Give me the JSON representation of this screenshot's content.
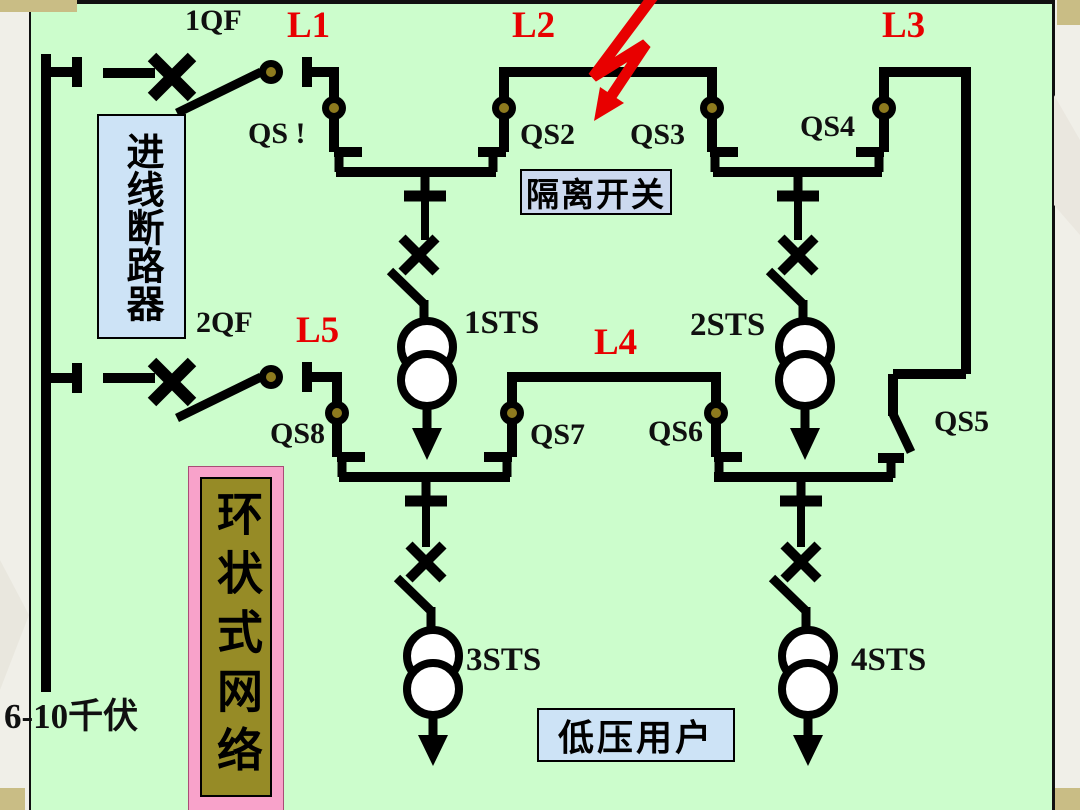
{
  "slide_title": "环状式网络 (ring-type network) one-line diagram",
  "colors": {
    "page_bg": "#f0efe8",
    "slide_bg": "#ccfdcc",
    "line": "#000000",
    "accent_red": "#e80000",
    "isolator_dot": "#8d7a1e",
    "callout_blue": "#cde3f6",
    "isolator_callout_blue": "#ccd9ef",
    "ring_box_pink": "#f8a2ca",
    "ring_box_olive": "#968b26",
    "margin_tan": "#c9bd85"
  },
  "labels": {
    "qf1": "1QF",
    "qf2": "2QF",
    "l1": "L1",
    "l2": "L2",
    "l3": "L3",
    "l4": "L4",
    "l5": "L5",
    "qs1": "QS !",
    "qs2": "QS2",
    "qs3": "QS3",
    "qs4": "QS4",
    "qs5": "QS5",
    "qs6": "QS6",
    "qs7": "QS7",
    "qs8": "QS8",
    "t1": "1STS",
    "t2": "2STS",
    "t3": "3STS",
    "t4": "4STS",
    "voltage": "6-10千伏"
  },
  "callouts": {
    "incoming_breaker": "进线断路器",
    "isolating_switch": "隔离开关",
    "ring_network": "环状式网络",
    "lv_users": "低压用户"
  }
}
